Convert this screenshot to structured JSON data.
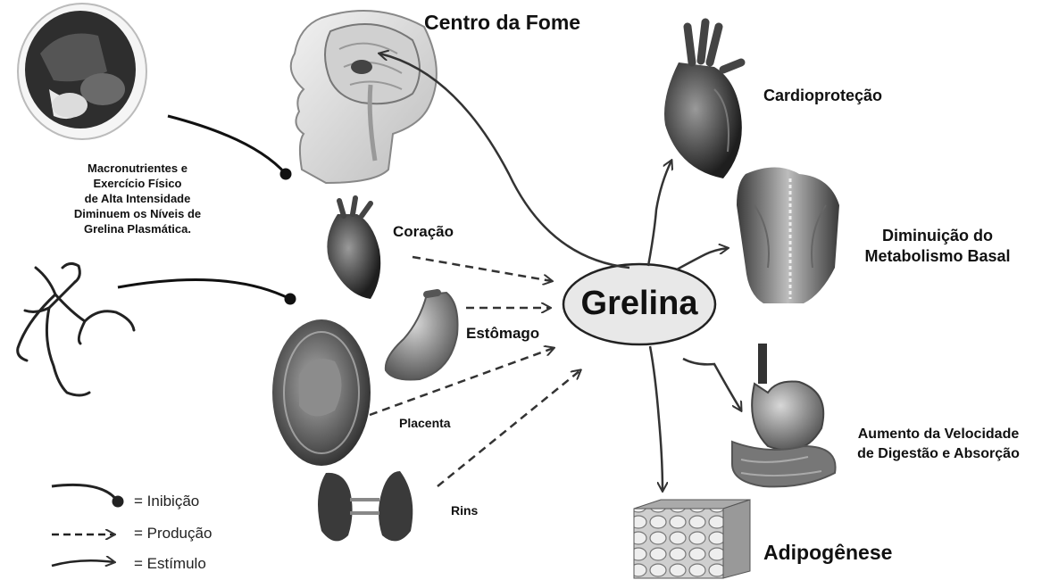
{
  "central": {
    "label": "Grelina"
  },
  "inhibition": {
    "caption": [
      "Macronutrientes e",
      "Exercício Físico",
      "de Alta Intensidade",
      "Diminuem os Níveis de",
      "Grelina Plasmática."
    ]
  },
  "sources": {
    "coracao": "Coração",
    "estomago": "Estômago",
    "placenta": "Placenta",
    "rins": "Rins"
  },
  "effects": {
    "centro_fome": "Centro da Fome",
    "cardioprotecao": "Cardioproteção",
    "metabolismo": [
      "Diminuição do",
      "Metabolismo Basal"
    ],
    "digestao": [
      "Aumento da Velocidade",
      "de Digestão e Absorção"
    ],
    "adipogenese": "Adipogênese"
  },
  "legend": [
    {
      "symbol": "inhibition-line",
      "label": "= Inibição"
    },
    {
      "symbol": "production-dashed-arrow",
      "label": "= Produção"
    },
    {
      "symbol": "stimulus-arrow",
      "label": "= Estímulo"
    }
  ],
  "colors": {
    "line": "#222222",
    "ellipse_fill": "#e8e8e8",
    "organ_dark": "#3a3a3a",
    "organ_mid": "#8a8a8a"
  }
}
